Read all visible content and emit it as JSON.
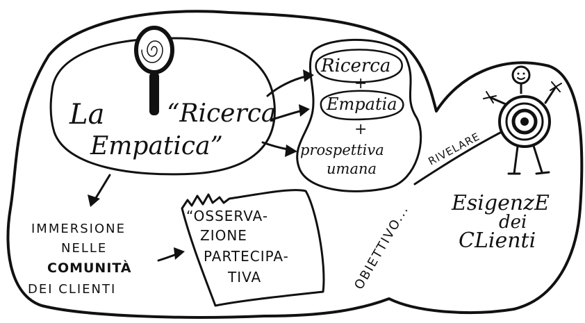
{
  "title": {
    "prefix": "La",
    "line1": "“Ricerca",
    "line2": "Empatica”"
  },
  "components": {
    "item1": "Ricerca",
    "plus1": "+",
    "item2": "Empatia",
    "plus2": "+",
    "item3_line1": "prospettiva",
    "item3_line2": "umana"
  },
  "immersion": {
    "line1": "IMMERSIONE",
    "line2": "NELLE",
    "line3": "COMUNITÀ",
    "line4": "DEI CLIENTI"
  },
  "observation": {
    "line1": "“OSSERVA-",
    "line2": "ZIONE",
    "line3": "PARTECIPA-",
    "line4": "TIVA"
  },
  "goal": {
    "objective": "OBIETTIVO...",
    "reveal": "RIVELARE"
  },
  "needs": {
    "line1": "EsigenzE",
    "line2": "dei",
    "line3": "CLienti"
  }
}
